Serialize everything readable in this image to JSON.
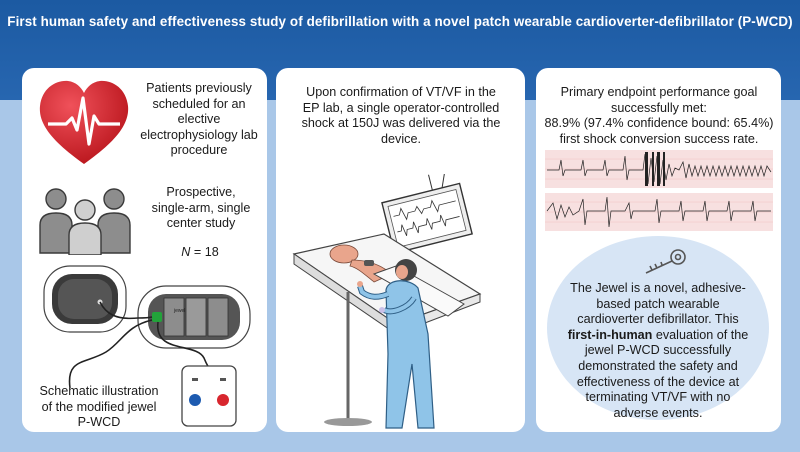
{
  "title": "First human safety and effectiveness study of defibrillation with a novel patch wearable cardioverter-defibrillator (P-WCD)",
  "panel1": {
    "patients_text": "Patients previously scheduled for an elective electrophysiology lab procedure",
    "study_line1": "Prospective,",
    "study_line2": "single-arm, single",
    "study_line3": "center study",
    "n_symbol": "N",
    "n_value": " = 18",
    "schematic_line1": "Schematic illustration",
    "schematic_line2": "of the modified jewel",
    "schematic_line3": "P-WCD",
    "device_label": "jewel"
  },
  "panel2": {
    "shock_text_line1": "Upon confirmation of VT/VF in the",
    "shock_text_line2": "EP lab, a single operator-controlled",
    "shock_text_line3": "shock at 150J was delivered via the",
    "shock_text_line4": "device."
  },
  "panel3": {
    "endpoint_line1": "Primary endpoint performance goal",
    "endpoint_line2": "successfully met:",
    "endpoint_line3": "88.9% (97.4% confidence bound: 65.4%)",
    "endpoint_line4": "first shock conversion success rate.",
    "jewel_l1": "The Jewel is a novel, adhesive-",
    "jewel_l2": "based patch wearable",
    "jewel_l3": "cardioverter defibrillator. This",
    "jewel_l4_bold": "first-in-human",
    "jewel_l4_rest": " evaluation of the",
    "jewel_l5": "jewel P-WCD successfully",
    "jewel_l6": "demonstrated the safety and",
    "jewel_l7": "effectiveness of the device at",
    "jewel_l8": "terminating VT/VF with no",
    "jewel_l9": "adverse events."
  },
  "colors": {
    "header_blue": "#1f5ea8",
    "background_light_blue": "#a9c7e8",
    "heart_red": "#d8262e",
    "ecg_pink": "#f7e0e0"
  }
}
